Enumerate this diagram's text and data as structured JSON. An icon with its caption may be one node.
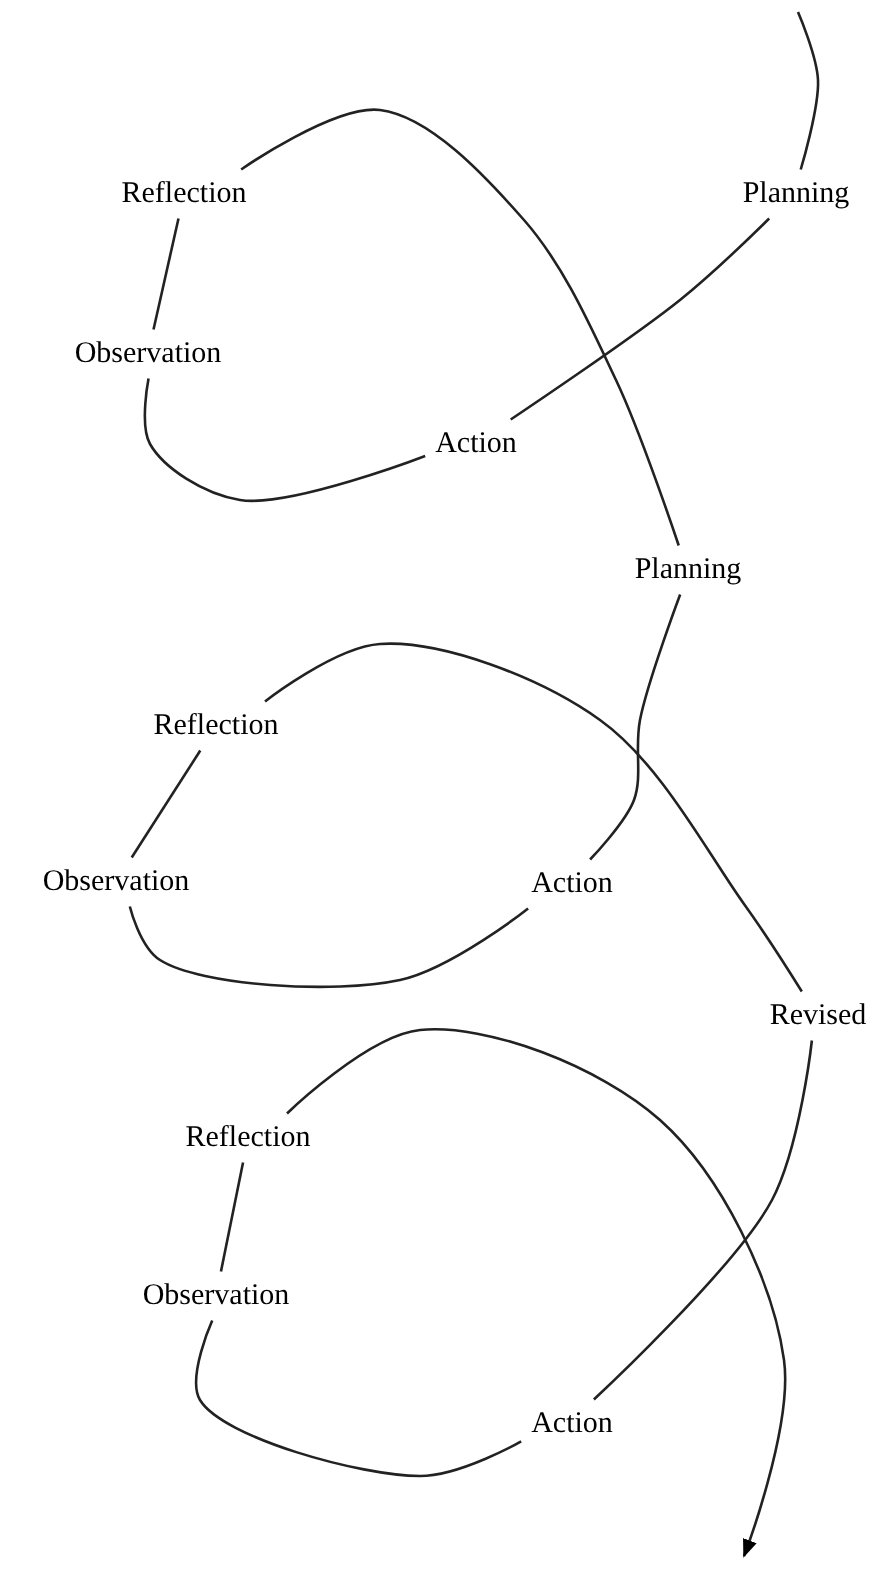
{
  "diagram": {
    "nodes": [
      {
        "text": [
          "Reflection"
        ]
      },
      {
        "text": [
          "Planning"
        ]
      },
      {
        "text": [
          "Observation"
        ]
      },
      {
        "text": [
          "Action"
        ]
      },
      {
        "text": [
          "Planning"
        ]
      },
      {
        "text": [
          "Reflection"
        ]
      },
      {
        "text": [
          "Observation"
        ]
      },
      {
        "text": [
          "Action"
        ]
      },
      {
        "text": [
          "Revised"
        ]
      },
      {
        "text": [
          "Reflection"
        ]
      },
      {
        "text": [
          "Observation"
        ]
      },
      {
        "text": [
          "Action"
        ]
      }
    ],
    "edges": [
      {
        "from": null,
        "to": 1,
        "arrow": "none"
      },
      {
        "from": 1,
        "to": 3,
        "arrow": "none"
      },
      {
        "from": 3,
        "to": 2,
        "arrow": "none"
      },
      {
        "from": 2,
        "to": 0,
        "arrow": "none"
      },
      {
        "from": 0,
        "to": 4,
        "arrow": "none"
      },
      {
        "from": 4,
        "to": 7,
        "arrow": "none"
      },
      {
        "from": 7,
        "to": 6,
        "arrow": "none"
      },
      {
        "from": 6,
        "to": 5,
        "arrow": "none"
      },
      {
        "from": 5,
        "to": 8,
        "arrow": "none"
      },
      {
        "from": 8,
        "to": 11,
        "arrow": "none"
      },
      {
        "from": 11,
        "to": 10,
        "arrow": "none"
      },
      {
        "from": 10,
        "to": 9,
        "arrow": "none"
      },
      {
        "from": 9,
        "to": null,
        "arrow": "to"
      }
    ]
  }
}
